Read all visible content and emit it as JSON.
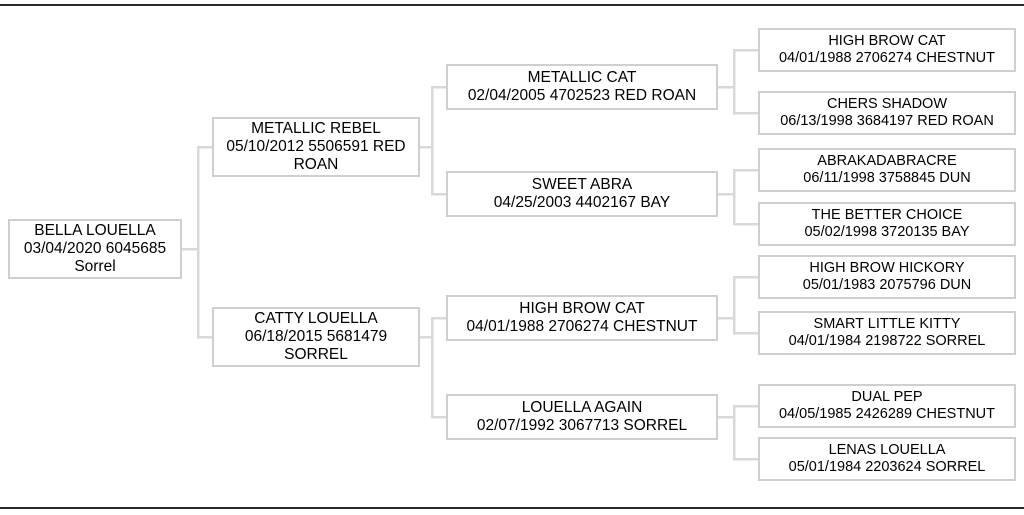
{
  "document": {
    "type": "pedigree-chart",
    "generations": 4,
    "colors": {
      "box_border": "#cfcfcf",
      "box_fill": "#ffffff",
      "text": "#000000",
      "connector": "#d9d9d9",
      "rule": "#2b2b2b"
    }
  },
  "nodes": {
    "subject": {
      "name": "BELLA LOUELLA",
      "details": "03/04/2020 6045685",
      "color": "Sorrel",
      "date": "03/04/2020",
      "registration": "6045685"
    },
    "sire": {
      "name": "METALLIC REBEL",
      "details": "05/10/2012 5506591 RED",
      "details2": "ROAN",
      "date": "05/10/2012",
      "registration": "5506591",
      "color": "RED ROAN"
    },
    "dam": {
      "name": "CATTY LOUELLA",
      "details": "06/18/2015 5681479",
      "details2": "SORREL",
      "date": "06/18/2015",
      "registration": "5681479",
      "color": "SORREL"
    },
    "sire_sire": {
      "name": "METALLIC CAT",
      "details": "02/04/2005 4702523 RED ROAN",
      "date": "02/04/2005",
      "registration": "4702523",
      "color": "RED ROAN"
    },
    "sire_dam": {
      "name": "SWEET ABRA",
      "details": "04/25/2003 4402167 BAY",
      "date": "04/25/2003",
      "registration": "4402167",
      "color": "BAY"
    },
    "dam_sire": {
      "name": "HIGH BROW CAT",
      "details": "04/01/1988 2706274 CHESTNUT",
      "date": "04/01/1988",
      "registration": "2706274",
      "color": "CHESTNUT"
    },
    "dam_dam": {
      "name": "LOUELLA AGAIN",
      "details": "02/07/1992 3067713 SORREL",
      "date": "02/07/1992",
      "registration": "3067713",
      "color": "SORREL"
    },
    "ss_sire": {
      "name": "HIGH BROW CAT",
      "details": "04/01/1988 2706274 CHESTNUT",
      "date": "04/01/1988",
      "registration": "2706274",
      "color": "CHESTNUT"
    },
    "ss_dam": {
      "name": "CHERS SHADOW",
      "details": "06/13/1998 3684197 RED ROAN",
      "date": "06/13/1998",
      "registration": "3684197",
      "color": "RED ROAN"
    },
    "sd_sire": {
      "name": "ABRAKADABRACRE",
      "details": "06/11/1998 3758845 DUN",
      "date": "06/11/1998",
      "registration": "3758845",
      "color": "DUN"
    },
    "sd_dam": {
      "name": "THE BETTER CHOICE",
      "details": "05/02/1998 3720135 BAY",
      "date": "05/02/1998",
      "registration": "3720135",
      "color": "BAY"
    },
    "ds_sire": {
      "name": "HIGH BROW HICKORY",
      "details": "05/01/1983 2075796 DUN",
      "date": "05/01/1983",
      "registration": "2075796",
      "color": "DUN"
    },
    "ds_dam": {
      "name": "SMART LITTLE KITTY",
      "details": "04/01/1984 2198722 SORREL",
      "date": "04/01/1984",
      "registration": "2198722",
      "color": "SORREL"
    },
    "dd_sire": {
      "name": "DUAL PEP",
      "details": "04/05/1985 2426289 CHESTNUT",
      "date": "04/05/1985",
      "registration": "2426289",
      "color": "CHESTNUT"
    },
    "dd_dam": {
      "name": "LENAS LOUELLA",
      "details": "05/01/1984 2203624 SORREL",
      "date": "05/01/1984",
      "registration": "2203624",
      "color": "SORREL"
    }
  }
}
